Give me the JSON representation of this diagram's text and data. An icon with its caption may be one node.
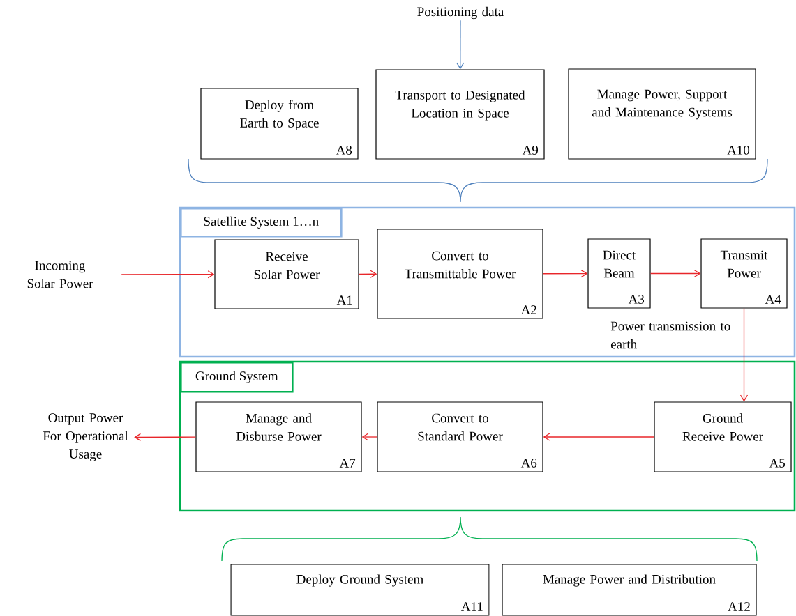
{
  "diagram": {
    "nodes": [
      {
        "text": [
          "Positioning data"
        ]
      },
      {
        "text": [
          "Deploy from Earth to Space",
          "A8"
        ]
      },
      {
        "text": [
          "Transport to Designated Location in Space",
          "A9"
        ]
      },
      {
        "text": [
          "Manage Power, Support and Maintenance Systems",
          "A10"
        ]
      },
      {
        "text": [
          "Satellite System  1…n"
        ]
      },
      {
        "text": [
          "Incoming Solar Power"
        ]
      },
      {
        "text": [
          "Receive Solar Power",
          "A1"
        ],
        "in": 4
      },
      {
        "text": [
          "Convert to Transmittable Power",
          "A2"
        ],
        "in": 4
      },
      {
        "text": [
          "Direct Beam",
          "A3"
        ],
        "in": 4
      },
      {
        "text": [
          "Transmit Power",
          "A4"
        ],
        "in": 4
      },
      {
        "text": [
          "Ground System"
        ]
      },
      {
        "text": [
          "Output Power For Operational Usage"
        ]
      },
      {
        "text": [
          "Manage and Disburse Power",
          "A7"
        ],
        "in": 10
      },
      {
        "text": [
          "Convert to Standard Power",
          "A6"
        ],
        "in": 10
      },
      {
        "text": [
          "Ground Receive Power",
          "A5"
        ],
        "in": 10
      },
      {
        "text": [
          "Deploy Ground System",
          "A11"
        ]
      },
      {
        "text": [
          "Manage Power and Distribution",
          "A12"
        ]
      }
    ],
    "edges": [
      {
        "from": 0,
        "to": 2,
        "arrow": "to",
        "color": "#4f81bd"
      },
      {
        "from": 5,
        "to": 6,
        "arrow": "to"
      },
      {
        "from": 6,
        "to": 7,
        "arrow": "to"
      },
      {
        "from": 7,
        "to": 8,
        "arrow": "to"
      },
      {
        "from": 8,
        "to": 9,
        "arrow": "to"
      },
      {
        "from": 9,
        "to": 14,
        "arrow": "to",
        "label": "Power transmission to earth"
      },
      {
        "from": 14,
        "to": 13,
        "arrow": "to"
      },
      {
        "from": 13,
        "to": 12,
        "arrow": "to"
      },
      {
        "from": 12,
        "to": 11,
        "arrow": "to"
      }
    ]
  }
}
